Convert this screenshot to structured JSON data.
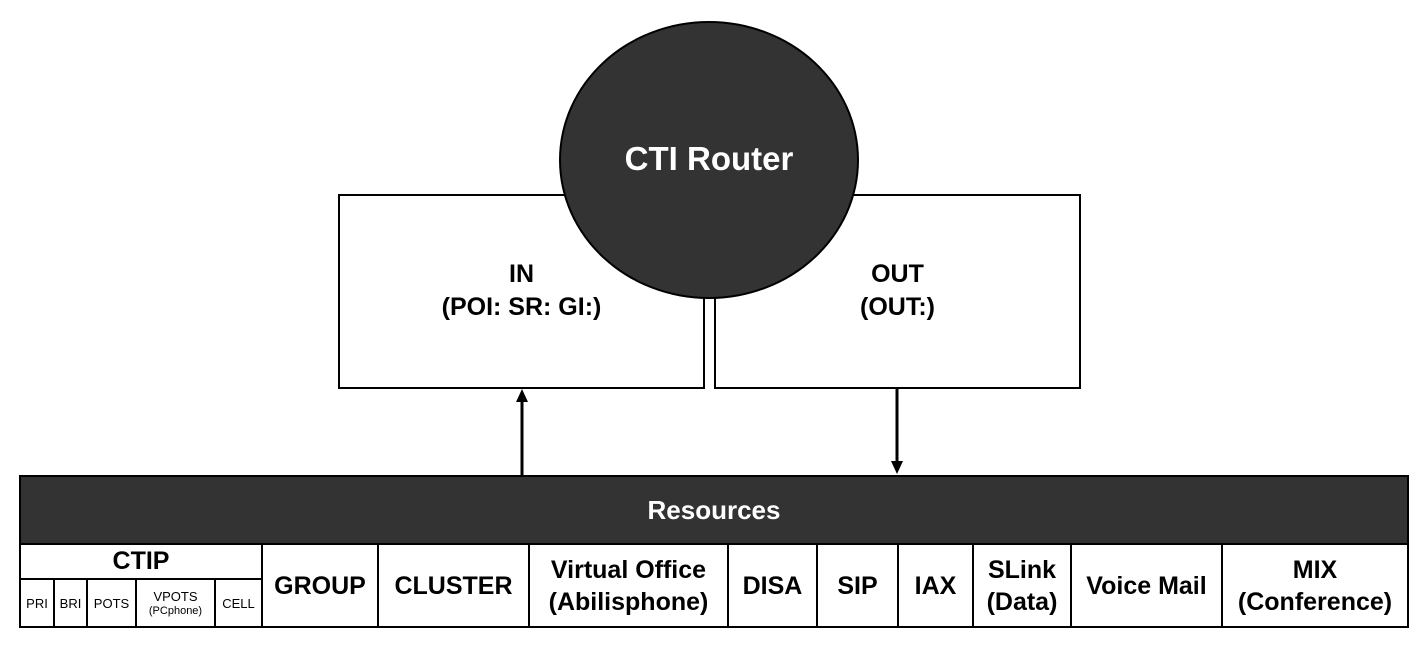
{
  "router": {
    "label": "CTI Router"
  },
  "in_box": {
    "line1": "IN",
    "line2": "(POI: SR: GI:)"
  },
  "out_box": {
    "line1": "OUT",
    "line2": "(OUT:)"
  },
  "resources": {
    "title": "Resources",
    "ctip": {
      "title": "CTIP",
      "subs": [
        {
          "label": "PRI"
        },
        {
          "label": "BRI"
        },
        {
          "label": "POTS"
        },
        {
          "label": "VPOTS",
          "sublabel": "(PCphone)"
        },
        {
          "label": "CELL"
        }
      ]
    },
    "items": [
      {
        "line1": "GROUP"
      },
      {
        "line1": "CLUSTER"
      },
      {
        "line1": "Virtual Office",
        "line2": "(Abilisphone)"
      },
      {
        "line1": "DISA"
      },
      {
        "line1": "SIP"
      },
      {
        "line1": "IAX"
      },
      {
        "line1": "SLink",
        "line2": "(Data)"
      },
      {
        "line1": "Voice Mail"
      },
      {
        "line1": "MIX",
        "line2": "(Conference)"
      }
    ]
  }
}
